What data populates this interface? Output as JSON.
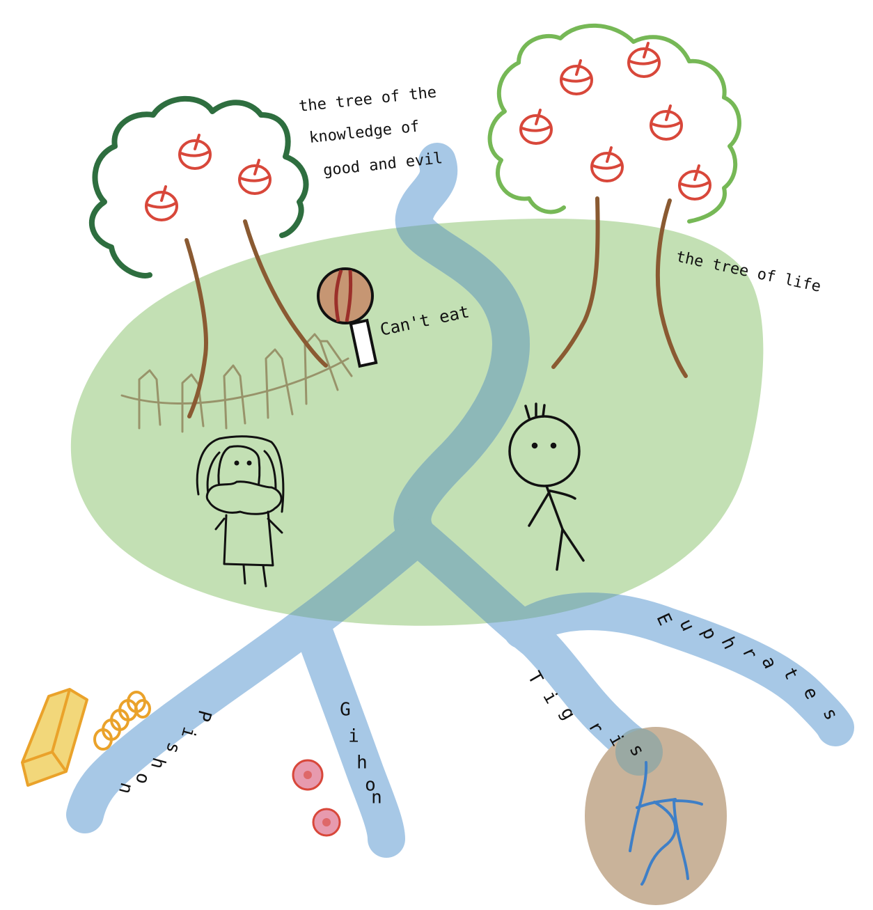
{
  "colors": {
    "garden": "#c3e0b4",
    "river": "#a7c8e6",
    "river_overlap": "#8db8b8",
    "knowledge_tree_outline": "#2e6e3f",
    "life_tree_outline": "#76b856",
    "trunk": "#8a5a32",
    "fruit": "#d8473a",
    "fence": "#8a7a52",
    "sign_fill": "#c69673",
    "sign_stripe": "#9b2f2a",
    "gold": "#f2d77a",
    "gold_outline": "#eaa22a",
    "gems": "#e79aae",
    "land": "#c9b39a",
    "inland_river": "#3e7fc7",
    "ink": "#111111"
  },
  "trees": {
    "knowledge": {
      "label_lines": [
        "the tree of the",
        "knowledge of",
        "good and evil"
      ],
      "fruit_count": 3
    },
    "life": {
      "label_lines": [
        "the tree of life"
      ],
      "fruit_count": 6
    }
  },
  "sign": {
    "label": "Can't eat",
    "icon": "prohibited-sign-icon"
  },
  "people": {
    "woman": {
      "icon": "woman-figure-icon"
    },
    "man": {
      "icon": "man-figure-icon"
    }
  },
  "rivers": {
    "pishon": "Pishon",
    "gihon": "Gihon",
    "tigris": "Tigris",
    "euphrates": "Euphrates"
  },
  "resources": {
    "gold": "gold-bar-icon",
    "coil": "coil-icon",
    "gems": "gem-icon"
  }
}
